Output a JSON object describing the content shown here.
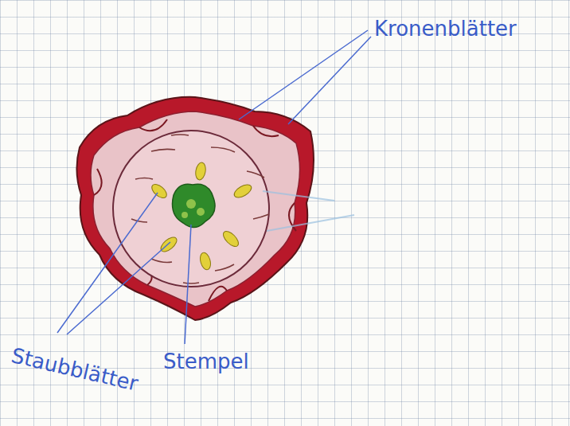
{
  "diagram": {
    "labels": [
      "Kronenblätter",
      "Staubblätter",
      "Stempel"
    ]
  }
}
